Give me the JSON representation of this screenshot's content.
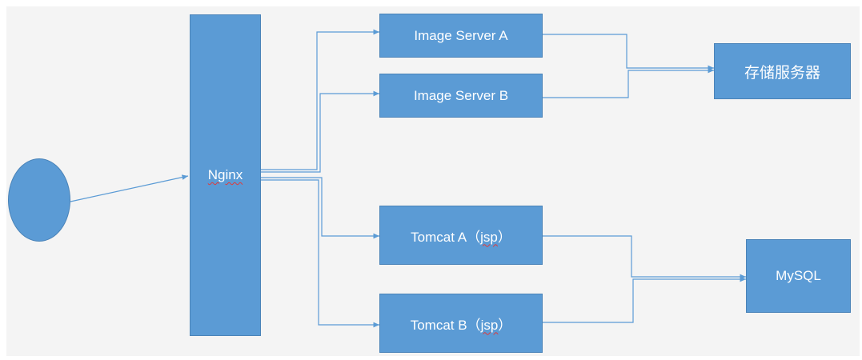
{
  "nodes": {
    "nginx": "Nginx",
    "image_server_a": "Image Server A",
    "image_server_b": "Image Server B",
    "storage_server": "存储服务器",
    "tomcat_a_name": "Tomcat A（",
    "tomcat_a_jsp": "jsp",
    "tomcat_a_close": "）",
    "tomcat_b_name": "Tomcat B（",
    "tomcat_b_jsp": "jsp",
    "tomcat_b_close": "）",
    "mysql": "MySQL"
  },
  "colors": {
    "node_fill": "#5b9bd5",
    "node_border": "#4a83b8",
    "connector": "#5b9bd5",
    "background": "#f4f4f4",
    "spellcheck_underline": "#e03a3a"
  }
}
